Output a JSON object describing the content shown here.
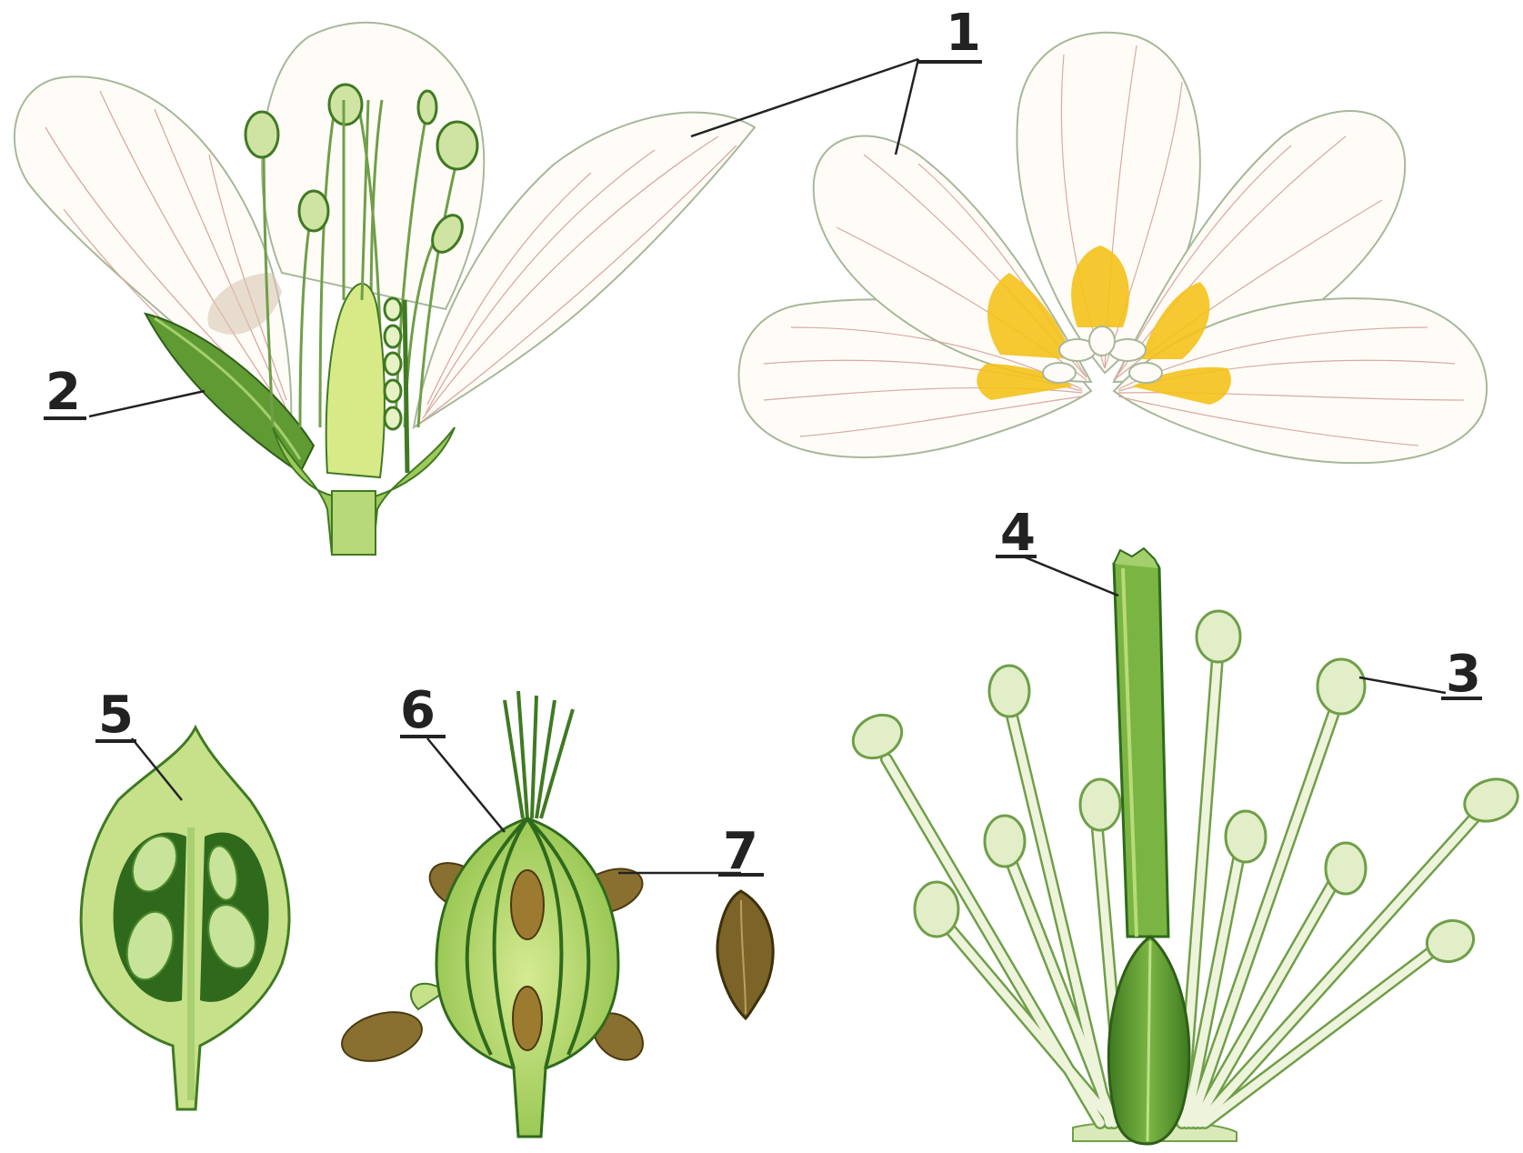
{
  "labels": {
    "l1": "1",
    "l2": "2",
    "l3": "3",
    "l4": "4",
    "l5": "5",
    "l6": "6",
    "l7": "7"
  },
  "colors": {
    "petal_fill": "#fffcf8",
    "petal_outline": "#a7b89a",
    "vein": "#d9a9a0",
    "yellow": "#f5c21b",
    "green_dark": "#3f7a22",
    "green_mid": "#6fae3c",
    "green_light": "#c7e08a",
    "stamen": "#e8f1d4",
    "seed": "#8a7030",
    "line": "#222222"
  }
}
